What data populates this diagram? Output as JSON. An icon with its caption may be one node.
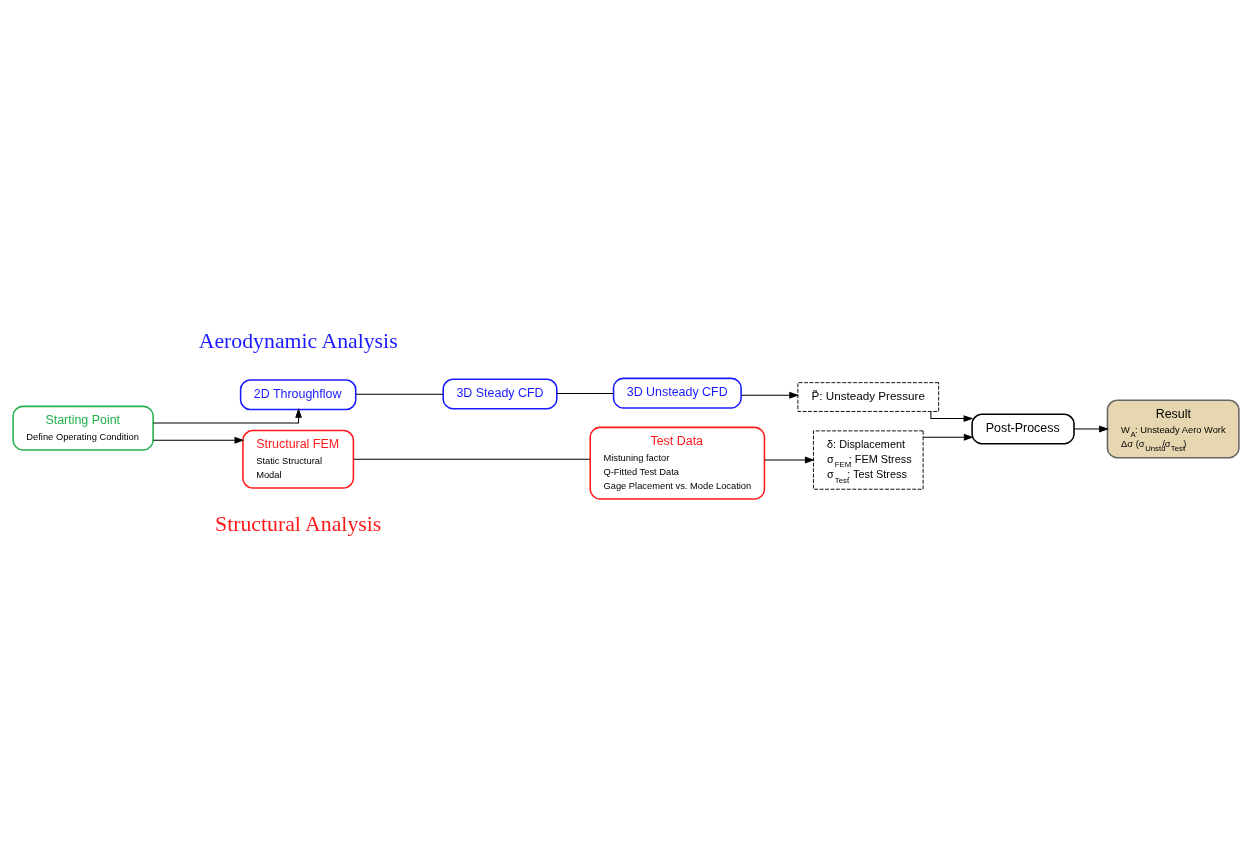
{
  "diagram": {
    "nodes": [
      {
        "text": [
          "2D Throughflow"
        ]
      },
      {
        "text": [
          "3D Steady CFD"
        ]
      },
      {
        "text": [
          "3D Unsteady CFD"
        ]
      },
      {
        "text": [
          "P̃: Unsteady Pressure"
        ]
      },
      {
        "text": [
          "Starting Point",
          "Define Operating Condition"
        ]
      },
      {
        "text": [
          "Post-Process"
        ]
      },
      {
        "text": [
          "Result",
          "W$_{A}$: Unsteady Aero Work",
          "Δσ (σ$_{Unstd}$/σ$_{Test}$)"
        ]
      },
      {
        "text": [
          "δ: Displacement",
          "σ$_{FEM}$: FEM Stress",
          "σ$_{Test}$: Test Stress"
        ]
      },
      {
        "text": [
          "Structural FEM",
          "Static Structural",
          "Modal"
        ]
      },
      {
        "text": [
          "Test Data",
          "Mistuning factor",
          "Q-Fitted Test Data",
          "Gage Placement vs. Mode Location"
        ]
      }
    ],
    "edges": [
      {
        "from": 4,
        "to": 0,
        "arrow": "to"
      },
      {
        "from": 0,
        "to": 1,
        "arrow": "none"
      },
      {
        "from": 1,
        "to": 2,
        "arrow": "none"
      },
      {
        "from": 2,
        "to": 3,
        "arrow": "to"
      },
      {
        "from": 3,
        "to": 5,
        "arrow": "to"
      },
      {
        "from": 7,
        "to": 5,
        "arrow": "to"
      },
      {
        "from": 5,
        "to": 6,
        "arrow": "to"
      },
      {
        "from": 4,
        "to": 8,
        "arrow": "to"
      },
      {
        "from": 8,
        "to": 9,
        "arrow": "none"
      },
      {
        "from": 9,
        "to": 7,
        "arrow": "to"
      }
    ],
    "labels": [
      "Aerodynamic Analysis",
      "Structural Analysis"
    ]
  }
}
